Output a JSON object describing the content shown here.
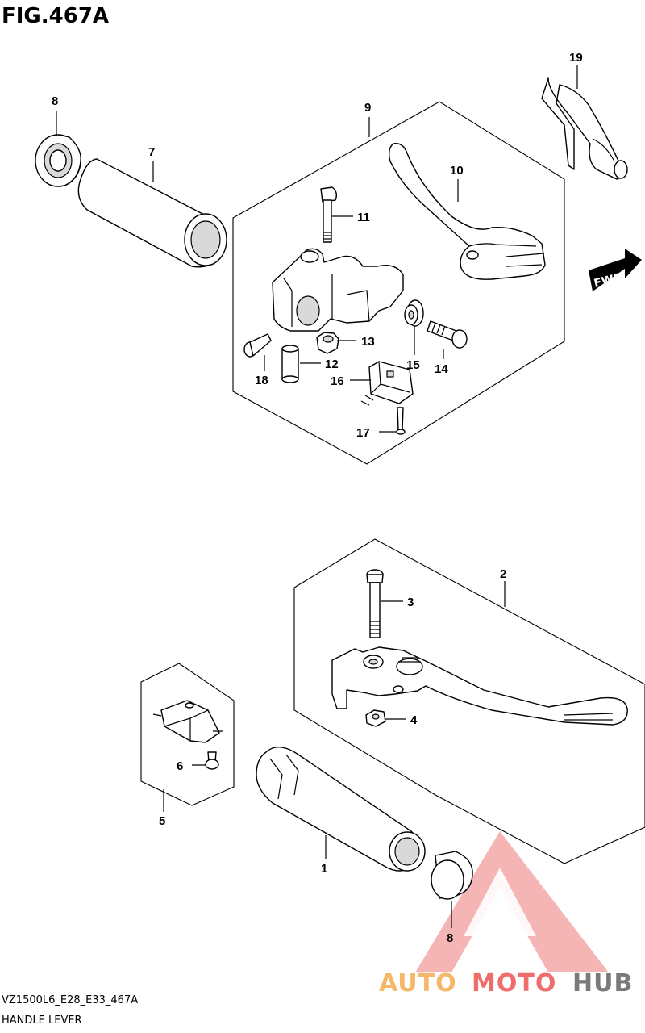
{
  "figure": {
    "title": "FIG.467A",
    "model_code": "VZ1500L6_E28_E33_467A",
    "section_name": "HANDLE LEVER"
  },
  "callouts": {
    "c1": "1",
    "c2": "2",
    "c3": "3",
    "c4": "4",
    "c5": "5",
    "c6": "6",
    "c7": "7",
    "c8_top": "8",
    "c8_bottom": "8",
    "c9": "9",
    "c10": "10",
    "c11": "11",
    "c12": "12",
    "c13": "13",
    "c14": "14",
    "c15": "15",
    "c16": "16",
    "c17": "17",
    "c18": "18",
    "c19": "19"
  },
  "direction_marker": {
    "label": "FWD"
  },
  "watermark": {
    "part_a": "AUTO",
    "part_b": "MOTO",
    "part_c": "HUB",
    "colors": {
      "auto": "#f5b86a",
      "moto": "#ef6d6d",
      "hub": "#7a7a7a",
      "triangle": "#f28b8b"
    }
  }
}
